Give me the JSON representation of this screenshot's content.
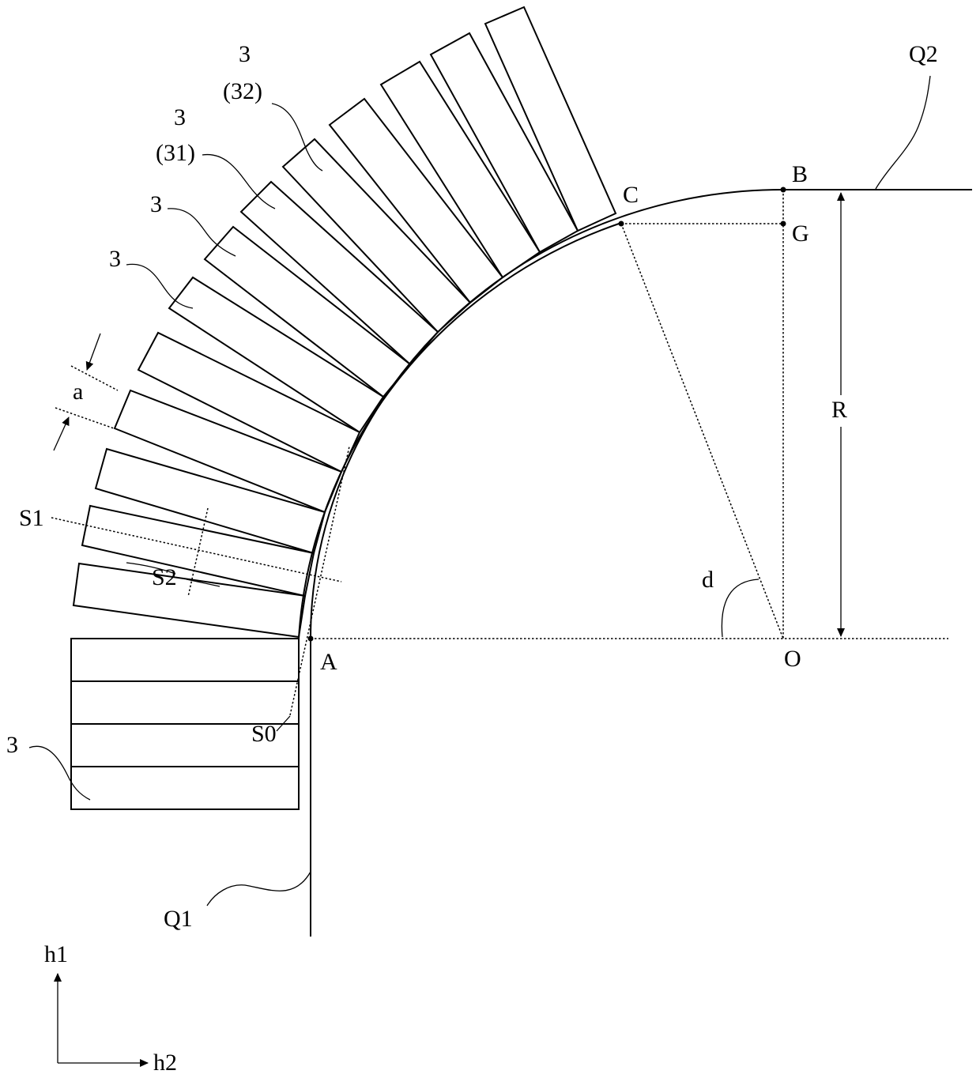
{
  "labels": {
    "Q2": "Q2",
    "B": "B",
    "C": "C",
    "G": "G",
    "R": "R",
    "d": "d",
    "O": "O",
    "A": "A",
    "S0": "S0",
    "S1": "S1",
    "S2": "S2",
    "a": "a",
    "Q1": "Q1",
    "h1": "h1",
    "h2": "h2",
    "ref3": "3",
    "ref31": "(31)",
    "ref32": "(32)"
  }
}
